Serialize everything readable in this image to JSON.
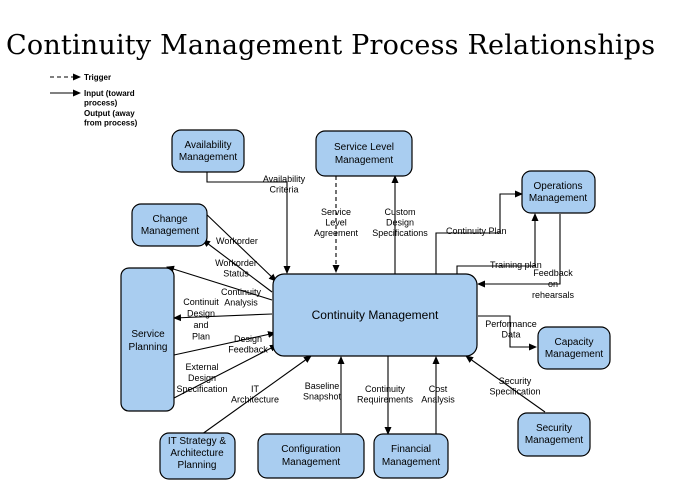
{
  "title": "Continuity Management Process Relationships",
  "legend": {
    "trigger": "Trigger",
    "input": [
      "Input (toward",
      "process)"
    ],
    "output": [
      "Output (away",
      "from process)"
    ]
  },
  "processes": {
    "central": [
      "Continuity Management"
    ],
    "availability": [
      "Availability",
      "Management"
    ],
    "service_level": [
      "Service Level",
      "Management"
    ],
    "operations": [
      "Operations",
      "Management"
    ],
    "change": [
      "Change",
      "Management"
    ],
    "service_planning": [
      "Service",
      "Planning"
    ],
    "capacity": [
      "Capacity",
      "Management"
    ],
    "security": [
      "Security",
      "Management"
    ],
    "it_strategy": [
      "IT Strategy &",
      "Architecture",
      "Planning"
    ],
    "configuration": [
      "Configuration",
      "Management"
    ],
    "financial": [
      "Financial",
      "Management"
    ]
  },
  "flows": {
    "availability_criteria": [
      "Availability",
      "Criteria"
    ],
    "service_level_agreement": [
      "Service",
      "Level",
      "Agreement"
    ],
    "custom_design_specifications": [
      "Custom",
      "Design",
      "Specifications"
    ],
    "continuity_plan": [
      "Continuity Plan"
    ],
    "training_plan": [
      "Training plan"
    ],
    "feedback_on_rehearsals": [
      "Feedback",
      "on",
      "rehearsals"
    ],
    "workorder": [
      "Workorder"
    ],
    "workorder_status": [
      "Workorder",
      "Status"
    ],
    "continuity_analysis": [
      "Continuity",
      "Analysis"
    ],
    "continuit_design_and_plan": [
      "Continuit",
      "Design",
      "and",
      "Plan"
    ],
    "design_feedback": [
      "Design",
      "Feedback"
    ],
    "external_design_specification": [
      "External",
      "Design",
      "Specification"
    ],
    "it_architecture": [
      "IT",
      "Architecture"
    ],
    "baseline_snapshot": [
      "Baseline",
      "Snapshot"
    ],
    "continuity_requirements": [
      "Continuity",
      "Requirements"
    ],
    "cost_analysis": [
      "Cost",
      "Analysis"
    ],
    "performance_data": [
      "Performance",
      "Data"
    ],
    "security_specification": [
      "Security",
      "Specification"
    ]
  }
}
